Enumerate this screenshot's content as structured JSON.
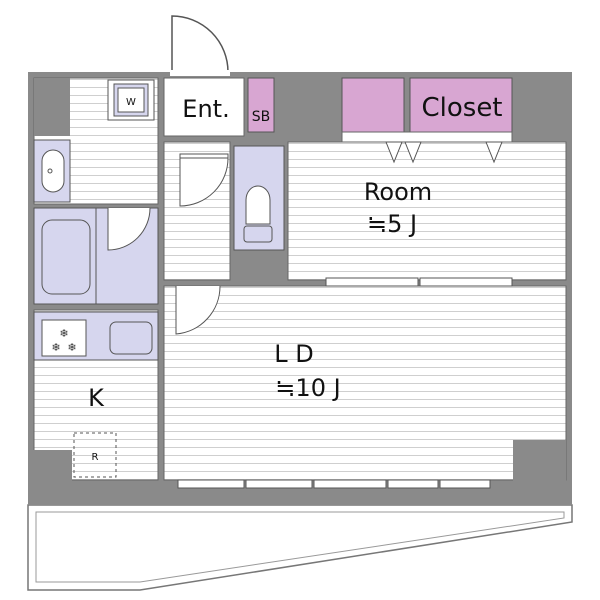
{
  "rooms": {
    "entrance": "Ent.",
    "shoe_box": "SB",
    "closet": "Closet",
    "room": {
      "name": "Room",
      "size": "≒5 J"
    },
    "living_dining": {
      "name": "L D",
      "size": "≒10 J"
    },
    "kitchen": "K",
    "washer": "W",
    "fridge": "R"
  },
  "colors": {
    "wall": "#8a8a8a",
    "fixture": "#d6d6ee",
    "storage": "#d8a6d2",
    "floor_line": "#c9c9c9"
  },
  "icons": [
    "snowflake-icon"
  ]
}
